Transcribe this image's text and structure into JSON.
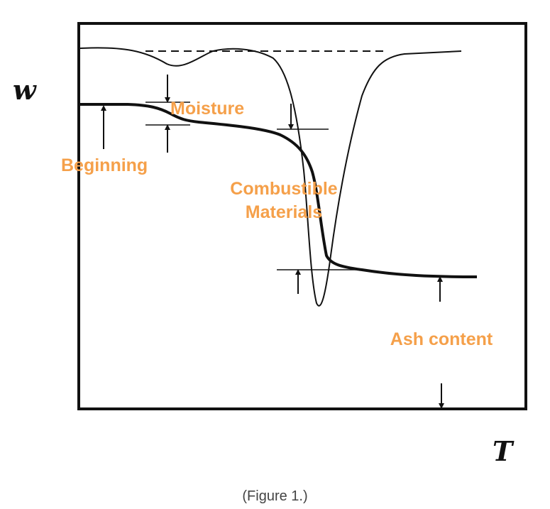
{
  "axes": {
    "y_label": "w",
    "x_label": "T"
  },
  "labels": {
    "moisture": "Moisture",
    "beginning": "Beginning",
    "combustible_line1": "Combustible",
    "combustible_line2": "Materials",
    "ash": "Ash content"
  },
  "caption": "(Figure 1.)",
  "colors": {
    "annotation": "#F5A04A",
    "stroke": "#111111",
    "caption": "#444444"
  }
}
